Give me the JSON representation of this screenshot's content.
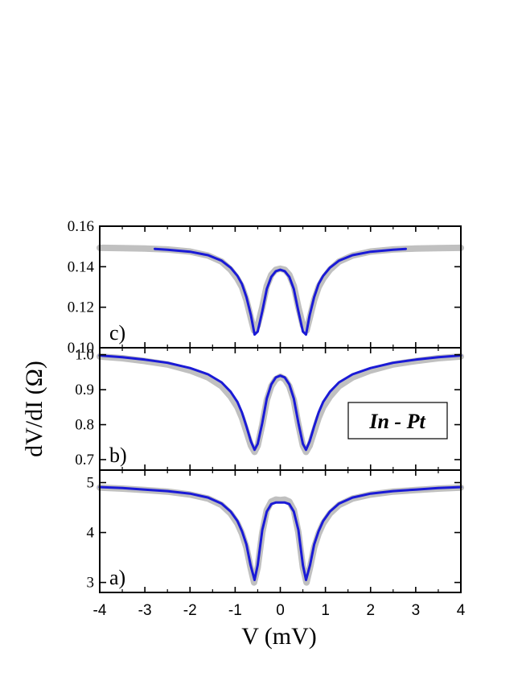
{
  "chart_data": {
    "type": "line",
    "xlabel": "V (mV)",
    "ylabel": "dV/dI (Ω)",
    "xlim": [
      -4,
      4
    ],
    "xticks": [
      "-4",
      "-3",
      "-2",
      "-1",
      "0",
      "1",
      "2",
      "3",
      "4"
    ],
    "annotation": "In - Pt",
    "series_colors": {
      "measured": "#c0c0c0",
      "fit": "#1a1ad6"
    },
    "panels": [
      {
        "label": "c)",
        "ylim": [
          0.1,
          0.16
        ],
        "yticks": [
          "0.10",
          "0.12",
          "0.14",
          "0.16"
        ],
        "series": [
          {
            "x": [
              -4,
              -3.5,
              -3,
              -2.5,
              -2,
              -1.6,
              -1.3,
              -1.1,
              -0.95,
              -0.85,
              -0.75,
              -0.65,
              -0.58,
              -0.5,
              -0.4,
              -0.3,
              -0.2,
              -0.1,
              0,
              0.1,
              0.2,
              0.3,
              0.4,
              0.5,
              0.58,
              0.65,
              0.75,
              0.85,
              0.95,
              1.1,
              1.3,
              1.6,
              2,
              2.5,
              3,
              3.5,
              4
            ],
            "y": [
              0.1493,
              0.1492,
              0.149,
              0.1485,
              0.1475,
              0.1455,
              0.1425,
              0.1385,
              0.134,
              0.13,
              0.1235,
              0.1145,
              0.1085,
              0.111,
              0.12,
              0.1305,
              0.136,
              0.1385,
              0.139,
              0.1385,
              0.136,
              0.1305,
              0.12,
              0.111,
              0.1085,
              0.1145,
              0.1235,
              0.13,
              0.134,
              0.1385,
              0.1425,
              0.1455,
              0.1475,
              0.1485,
              0.149,
              0.1492,
              0.1493
            ]
          },
          {
            "x": [
              -2.78,
              -2.5,
              -2,
              -1.6,
              -1.3,
              -1.1,
              -0.95,
              -0.85,
              -0.75,
              -0.65,
              -0.57,
              -0.5,
              -0.4,
              -0.3,
              -0.2,
              -0.1,
              0,
              0.1,
              0.2,
              0.3,
              0.4,
              0.5,
              0.57,
              0.65,
              0.75,
              0.85,
              0.95,
              1.1,
              1.3,
              1.6,
              2,
              2.5,
              2.78
            ],
            "y": [
              0.1488,
              0.1484,
              0.1474,
              0.1457,
              0.143,
              0.1395,
              0.1355,
              0.1315,
              0.125,
              0.116,
              0.1065,
              0.108,
              0.118,
              0.129,
              0.135,
              0.1378,
              0.1385,
              0.1378,
              0.135,
              0.129,
              0.118,
              0.108,
              0.1065,
              0.116,
              0.125,
              0.1315,
              0.1355,
              0.1395,
              0.143,
              0.1457,
              0.1474,
              0.1484,
              0.1488
            ]
          }
        ]
      },
      {
        "label": "b)",
        "ylim": [
          0.67,
          1.02
        ],
        "yticks": [
          "0.7",
          "0.8",
          "0.9",
          "1.0"
        ],
        "series": [
          {
            "x": [
              -4,
              -3.5,
              -3,
              -2.5,
              -2,
              -1.6,
              -1.3,
              -1.1,
              -0.95,
              -0.85,
              -0.75,
              -0.65,
              -0.57,
              -0.5,
              -0.4,
              -0.3,
              -0.2,
              -0.1,
              0,
              0.1,
              0.2,
              0.3,
              0.4,
              0.5,
              0.57,
              0.65,
              0.75,
              0.85,
              0.95,
              1.1,
              1.3,
              1.6,
              2,
              2.5,
              3,
              3.5,
              4
            ],
            "y": [
              0.995,
              0.99,
              0.982,
              0.972,
              0.955,
              0.935,
              0.91,
              0.88,
              0.85,
              0.82,
              0.78,
              0.74,
              0.722,
              0.74,
              0.8,
              0.87,
              0.91,
              0.93,
              0.937,
              0.93,
              0.91,
              0.87,
              0.8,
              0.74,
              0.722,
              0.74,
              0.78,
              0.82,
              0.85,
              0.88,
              0.91,
              0.935,
              0.955,
              0.972,
              0.982,
              0.99,
              0.995
            ]
          },
          {
            "x": [
              -4,
              -3.5,
              -3,
              -2.5,
              -2,
              -1.6,
              -1.3,
              -1.1,
              -0.95,
              -0.85,
              -0.75,
              -0.65,
              -0.57,
              -0.5,
              -0.4,
              -0.3,
              -0.2,
              -0.1,
              0,
              0.1,
              0.2,
              0.3,
              0.4,
              0.5,
              0.57,
              0.65,
              0.75,
              0.85,
              0.95,
              1.1,
              1.3,
              1.6,
              2,
              2.5,
              3,
              3.5,
              4
            ],
            "y": [
              0.998,
              0.993,
              0.986,
              0.977,
              0.962,
              0.944,
              0.921,
              0.894,
              0.865,
              0.835,
              0.795,
              0.752,
              0.728,
              0.745,
              0.805,
              0.875,
              0.915,
              0.935,
              0.94,
              0.935,
              0.915,
              0.875,
              0.805,
              0.745,
              0.728,
              0.752,
              0.795,
              0.835,
              0.865,
              0.894,
              0.921,
              0.944,
              0.962,
              0.977,
              0.986,
              0.993,
              0.998
            ]
          }
        ]
      },
      {
        "label": "a)",
        "ylim": [
          2.8,
          5.25
        ],
        "yticks": [
          "3",
          "4",
          "5"
        ],
        "series": [
          {
            "x": [
              -4,
              -3.5,
              -3,
              -2.5,
              -2,
              -1.6,
              -1.3,
              -1.1,
              -0.95,
              -0.85,
              -0.75,
              -0.66,
              -0.58,
              -0.5,
              -0.4,
              -0.3,
              -0.2,
              -0.1,
              0,
              0.1,
              0.2,
              0.3,
              0.4,
              0.5,
              0.58,
              0.66,
              0.75,
              0.85,
              0.95,
              1.1,
              1.3,
              1.6,
              2,
              2.5,
              3,
              3.5,
              4
            ],
            "y": [
              4.9,
              4.88,
              4.85,
              4.82,
              4.76,
              4.68,
              4.55,
              4.38,
              4.18,
              3.98,
              3.7,
              3.3,
              3.0,
              3.3,
              4.0,
              4.45,
              4.62,
              4.66,
              4.65,
              4.66,
              4.62,
              4.45,
              4.0,
              3.3,
              3.0,
              3.3,
              3.7,
              3.98,
              4.18,
              4.38,
              4.55,
              4.68,
              4.76,
              4.82,
              4.85,
              4.88,
              4.9
            ]
          },
          {
            "x": [
              -4,
              -3.5,
              -3,
              -2.5,
              -2,
              -1.6,
              -1.3,
              -1.1,
              -0.95,
              -0.85,
              -0.75,
              -0.66,
              -0.57,
              -0.5,
              -0.4,
              -0.3,
              -0.2,
              -0.1,
              0,
              0.1,
              0.2,
              0.3,
              0.4,
              0.5,
              0.57,
              0.66,
              0.75,
              0.85,
              0.95,
              1.1,
              1.3,
              1.6,
              2,
              2.5,
              3,
              3.5,
              4
            ],
            "y": [
              4.91,
              4.89,
              4.86,
              4.83,
              4.78,
              4.7,
              4.58,
              4.42,
              4.23,
              4.03,
              3.76,
              3.35,
              3.05,
              3.35,
              4.05,
              4.42,
              4.57,
              4.6,
              4.6,
              4.6,
              4.57,
              4.42,
              4.05,
              3.35,
              3.05,
              3.35,
              3.76,
              4.03,
              4.23,
              4.42,
              4.58,
              4.7,
              4.78,
              4.83,
              4.86,
              4.89,
              4.91
            ]
          }
        ]
      }
    ]
  }
}
